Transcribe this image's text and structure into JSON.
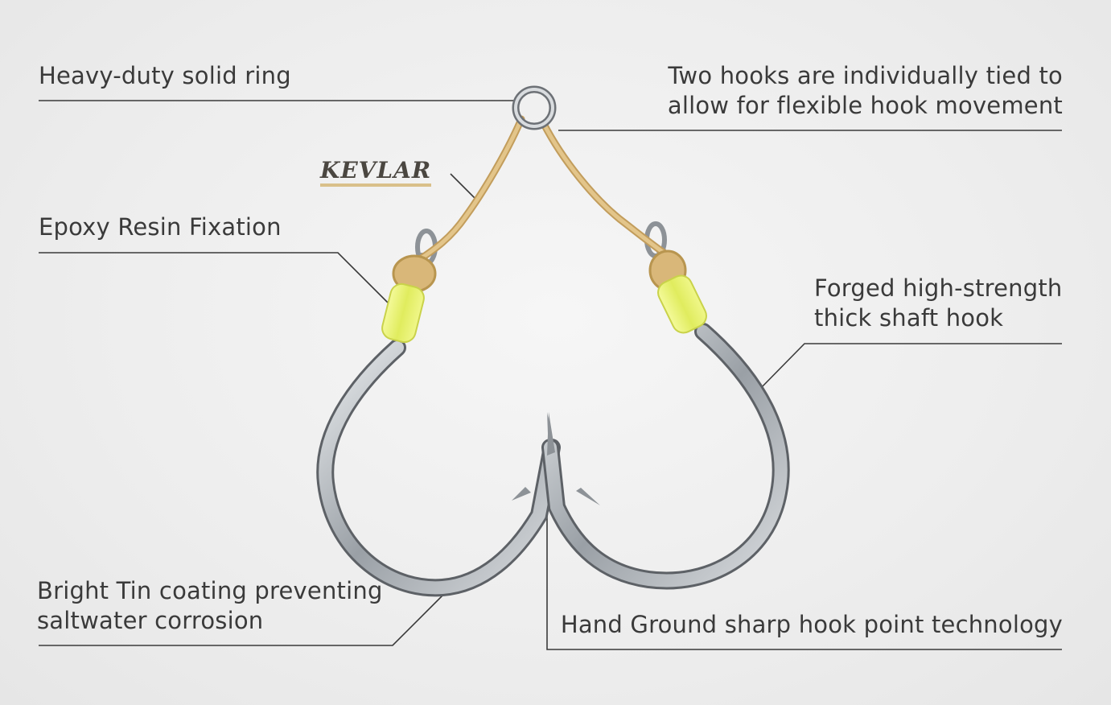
{
  "labels": {
    "ring": "Heavy-duty solid ring",
    "tied": [
      "Two hooks are individually tied to",
      "allow for flexible hook movement"
    ],
    "kevlar": "KEVLAR",
    "epoxy": "Epoxy Resin Fixation",
    "forged": [
      "Forged high-strength",
      "thick shaft hook"
    ],
    "tin": [
      "Bright Tin coating preventing",
      "saltwater corrosion"
    ],
    "point": "Hand Ground sharp hook point technology"
  },
  "colors": {
    "background": "#ececec",
    "text": "#3a3a3a",
    "leader_line": "#3a3a3a",
    "kevlar_cord": "#d9b779",
    "epoxy": "#e6f07a",
    "steel": "#b5b9bd"
  }
}
